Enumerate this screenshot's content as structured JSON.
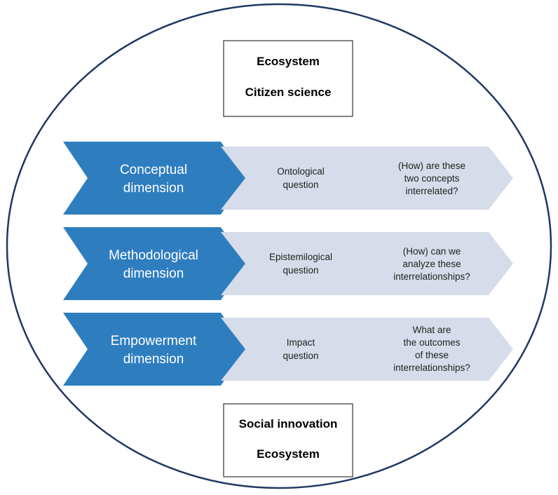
{
  "top_box": {
    "line1": "Ecosystem",
    "line2": "Citizen science"
  },
  "bottom_box": {
    "line1": "Social innovation",
    "line2": "Ecosystem"
  },
  "rows": [
    {
      "dimension": [
        "Conceptual",
        "dimension"
      ],
      "question": [
        "Ontological",
        "question"
      ],
      "detail": [
        "(How) are these",
        "two concepts",
        "interrelated?"
      ]
    },
    {
      "dimension": [
        "Methodological",
        "dimension"
      ],
      "question": [
        "Epistemilogical",
        "question"
      ],
      "detail": [
        "(How) can we",
        "analyze these",
        "interrelationships?"
      ]
    },
    {
      "dimension": [
        "Empowerment",
        "dimension"
      ],
      "question": [
        "Impact",
        "question"
      ],
      "detail": [
        "What are",
        "the outcomes",
        "of these",
        "interrelationships?"
      ]
    }
  ],
  "colors": {
    "circle_stroke": "#1f3864",
    "dimension_fill": "#2e7ebf",
    "question_fill": "#d6dce9",
    "box_stroke": "#404040"
  }
}
